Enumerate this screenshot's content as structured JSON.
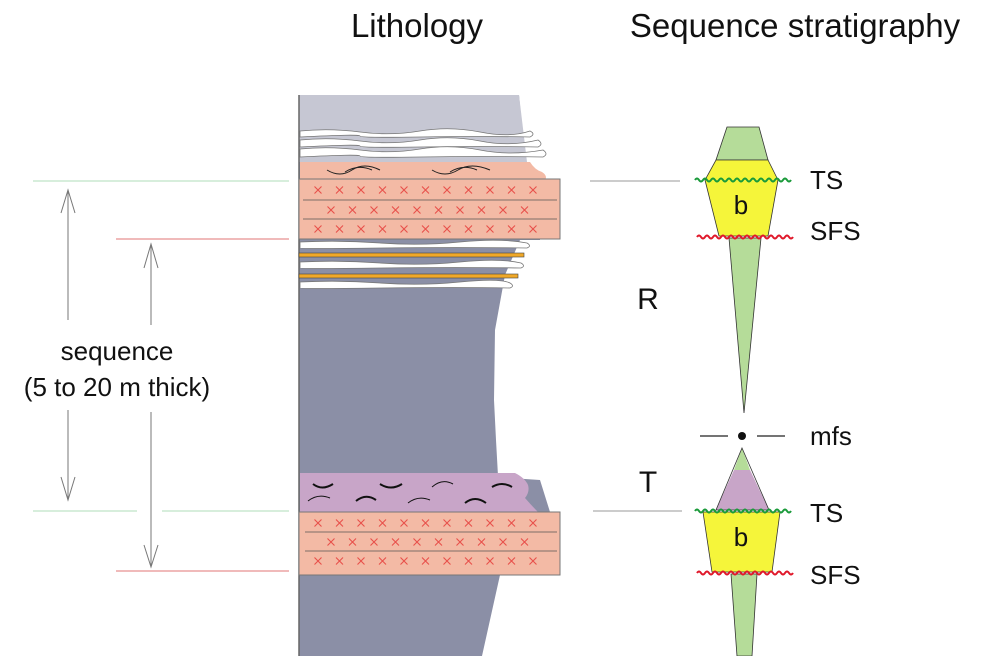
{
  "headers": {
    "lithology": "Lithology",
    "sequence_stratigraphy": "Sequence stratigraphy"
  },
  "sequence_label": {
    "line1": "sequence",
    "line2": "(5 to 20 m thick)"
  },
  "cycle_labels": {
    "regressive": "R",
    "transgressive": "T"
  },
  "surface_labels": {
    "ts_upper": "TS",
    "sfs_upper": "SFS",
    "mfs": "mfs",
    "ts_lower": "TS",
    "sfs_lower": "SFS"
  },
  "bed_labels": {
    "upper_b": "b",
    "lower_b": "b"
  },
  "colors": {
    "shale": "#8b8fa6",
    "shale_light": "#c6c7d3",
    "sandstone": "#f3baa5",
    "cross_mark": "#e8504a",
    "carbonate_purple": "#c8a5c8",
    "yellow_bed": "#f5f53a",
    "green_fill": "#b5dc99",
    "ts_line": "#1a9a3a",
    "sfs_line": "#e0182a",
    "orange_bed": "#f0a828",
    "guide_green": "#bfe3c6",
    "guide_red": "#e89090"
  }
}
